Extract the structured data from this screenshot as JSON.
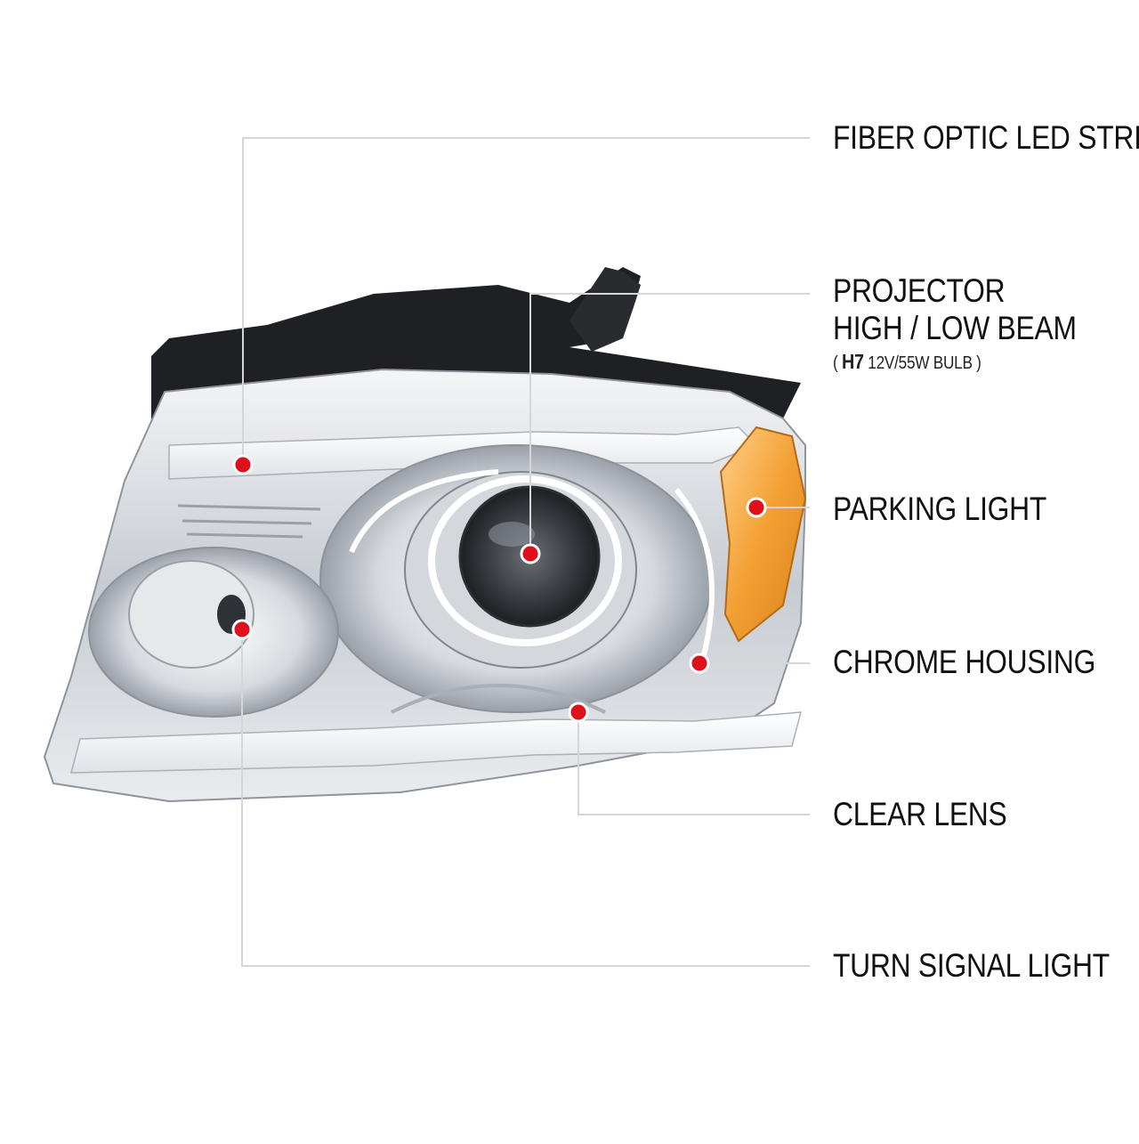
{
  "callouts": [
    {
      "id": "fiber-optic-led-strips",
      "label": "FIBER OPTIC LED STRIPS"
    },
    {
      "id": "projector",
      "label_line1": "PROJECTOR",
      "label_line2": "HIGH / LOW BEAM",
      "note_prefix": "( ",
      "note_bold": "H7",
      "note_rest": " 12V/55W BULB )"
    },
    {
      "id": "parking-light",
      "label": "PARKING LIGHT"
    },
    {
      "id": "chrome-housing",
      "label": "CHROME HOUSING"
    },
    {
      "id": "clear-lens",
      "label": "CLEAR LENS"
    },
    {
      "id": "turn-signal-light",
      "label": "TURN SIGNAL LIGHT"
    }
  ],
  "colors": {
    "leader_line": "#d6d6d6",
    "marker_red": "#e0101a",
    "marker_ring": "#ffffff",
    "amber": "#f0a030",
    "chrome": "#c9cdd2",
    "background": "#ffffff"
  },
  "product_image": "headlight-assembly"
}
